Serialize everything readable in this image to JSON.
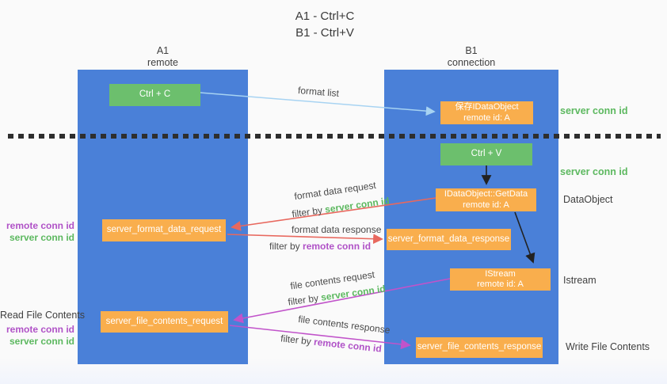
{
  "title": {
    "line1": "A1 - Ctrl+C",
    "line2": "B1 - Ctrl+V"
  },
  "lanes": {
    "a": {
      "name": "A1",
      "subtitle": "remote"
    },
    "b": {
      "name": "B1",
      "subtitle": "connection"
    }
  },
  "nodes": {
    "ctrl_c": {
      "label": "Ctrl + C"
    },
    "ctrl_v": {
      "label": "Ctrl + V"
    },
    "save_idataobject": {
      "line1": "保存IDataObject",
      "line2": "remote id: A"
    },
    "getdata": {
      "line1": "IDataObject::GetData",
      "line2": "remote id: A"
    },
    "istream": {
      "line1": "IStream",
      "line2": "remote id: A"
    },
    "format_request": {
      "label": "server_format_data_request"
    },
    "format_response": {
      "label": "server_format_data_response"
    },
    "file_request": {
      "label": "server_file_contents_request"
    },
    "file_response": {
      "label": "server_file_contents_response"
    }
  },
  "arrow_labels": {
    "format_list": "format list",
    "format_data_request": "format data request",
    "format_data_response": "format data response",
    "file_contents_request": "file contents request",
    "file_contents_response": "file contents response",
    "filter_by": "filter by",
    "server_conn_id": "server conn id",
    "remote_conn_id": "remote conn id"
  },
  "side_labels": {
    "server_conn_id_top": "server conn id",
    "server_conn_id_mid": "server conn id",
    "dataobject": "DataObject",
    "istream": "Istream",
    "read_file_contents": "Read File Contents",
    "write_file_contents": "Write File Contents",
    "remote_conn_id": "remote conn id",
    "server_conn_id": "server conn id"
  },
  "colors": {
    "lane_blue": "#4a80d8",
    "node_orange": "#f9ae4d",
    "node_green": "#6cbf6d",
    "accent_green": "#5cb85f",
    "accent_purple": "#b052c7",
    "arrow_red": "#e8685e",
    "arrow_magenta": "#c153ca",
    "arrow_lightblue": "#a7d3f2",
    "arrow_black": "#222222"
  }
}
